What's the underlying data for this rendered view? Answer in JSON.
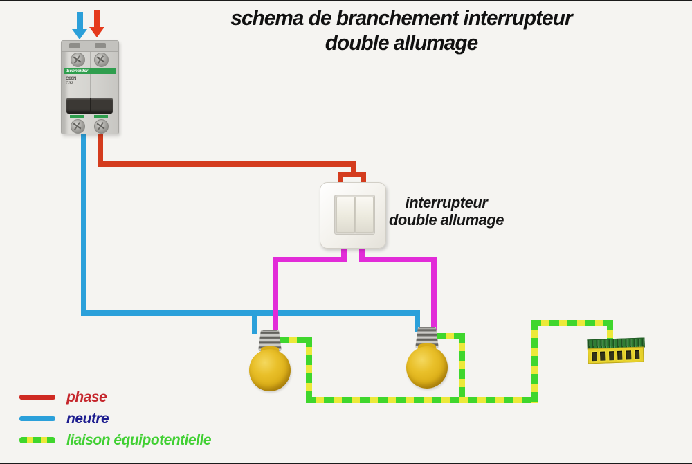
{
  "title": {
    "line1": "schema de branchement interrupteur",
    "line2": "double allumage"
  },
  "breaker": {
    "brand": "Schneider",
    "model1": "C60N",
    "model2": "C32"
  },
  "switch_label": {
    "line1": "interrupteur",
    "line2": "double allumage"
  },
  "legend": {
    "items": [
      {
        "label": "phase",
        "swatch_color": "#cf2a22",
        "text_color": "#c5262c",
        "style": "solid"
      },
      {
        "label": "neutre",
        "swatch_color": "#2ba0da",
        "text_color": "#1d1d8f",
        "style": "solid"
      },
      {
        "label": "liaison équipotentielle",
        "swatch_color": "#3fd62d",
        "dash_color": "#ece93a",
        "text_color": "#41d033",
        "style": "dashed"
      }
    ]
  },
  "colors": {
    "background": "#f5f4f1",
    "wire_phase": "#d43c1e",
    "wire_neutral": "#2ba0da",
    "wire_switched": "#e22bd8",
    "wire_equipotential_green": "#3fd62d",
    "wire_equipotential_yellow": "#ece93a",
    "bulb_yellow": "#ddb019",
    "breaker_band_green": "#2f9e4e"
  }
}
